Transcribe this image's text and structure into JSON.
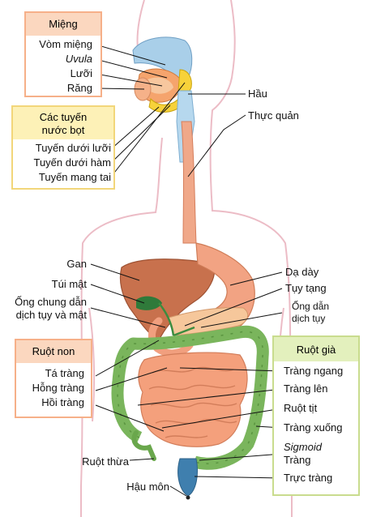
{
  "groups": {
    "mouth": {
      "title": "Miệng",
      "color": "#fbd7bf",
      "items": [
        "Vòm miệng",
        "Uvula",
        "Lưỡi",
        "Răng"
      ]
    },
    "salivary": {
      "title_line1": "Các tuyến",
      "title_line2": "nước bọt",
      "color": "#fdf1b7",
      "items": [
        "Tuyến dưới lưỡi",
        "Tuyến dưới hàm",
        "Tuyến mang tai"
      ]
    },
    "small_intestine": {
      "title": "Ruột non",
      "color": "#fbd7bf",
      "items": [
        "Tá tràng",
        "Hỗng tràng",
        "Hồi tràng"
      ]
    },
    "large_intestine": {
      "title": "Ruột già",
      "color": "#e3f0bd",
      "items": [
        "Tràng ngang",
        "Tràng lên",
        "Ruột tịt",
        "Tràng xuống",
        "Sigmoid",
        "Tràng",
        "Trực tràng"
      ]
    }
  },
  "labels": {
    "pharynx": "Hầu",
    "esophagus": "Thực quản",
    "liver": "Gan",
    "gallbladder": "Túi mật",
    "common_bile_duct_line1": "Ống chung dẫn",
    "common_bile_duct_line2": "dịch tụy và mật",
    "stomach": "Dạ dày",
    "pancreas": "Tụy tạng",
    "pancreatic_duct_line1": "Ống dẫn",
    "pancreatic_duct_line2": "dịch tụy",
    "appendix": "Ruột thừa",
    "anus": "Hậu môn"
  },
  "colors": {
    "outline": "#e8b9c4",
    "liver": "#c8714d",
    "stomach": "#f2a383",
    "small_intestine": "#f4a07c",
    "large_intestine": "#7ab55c",
    "esophagus": "#f0a889",
    "pancreas": "#f6c79b",
    "gallbladder": "#2f7a3a",
    "rectum": "#3f7fae",
    "palate": "#a9cfe9"
  }
}
